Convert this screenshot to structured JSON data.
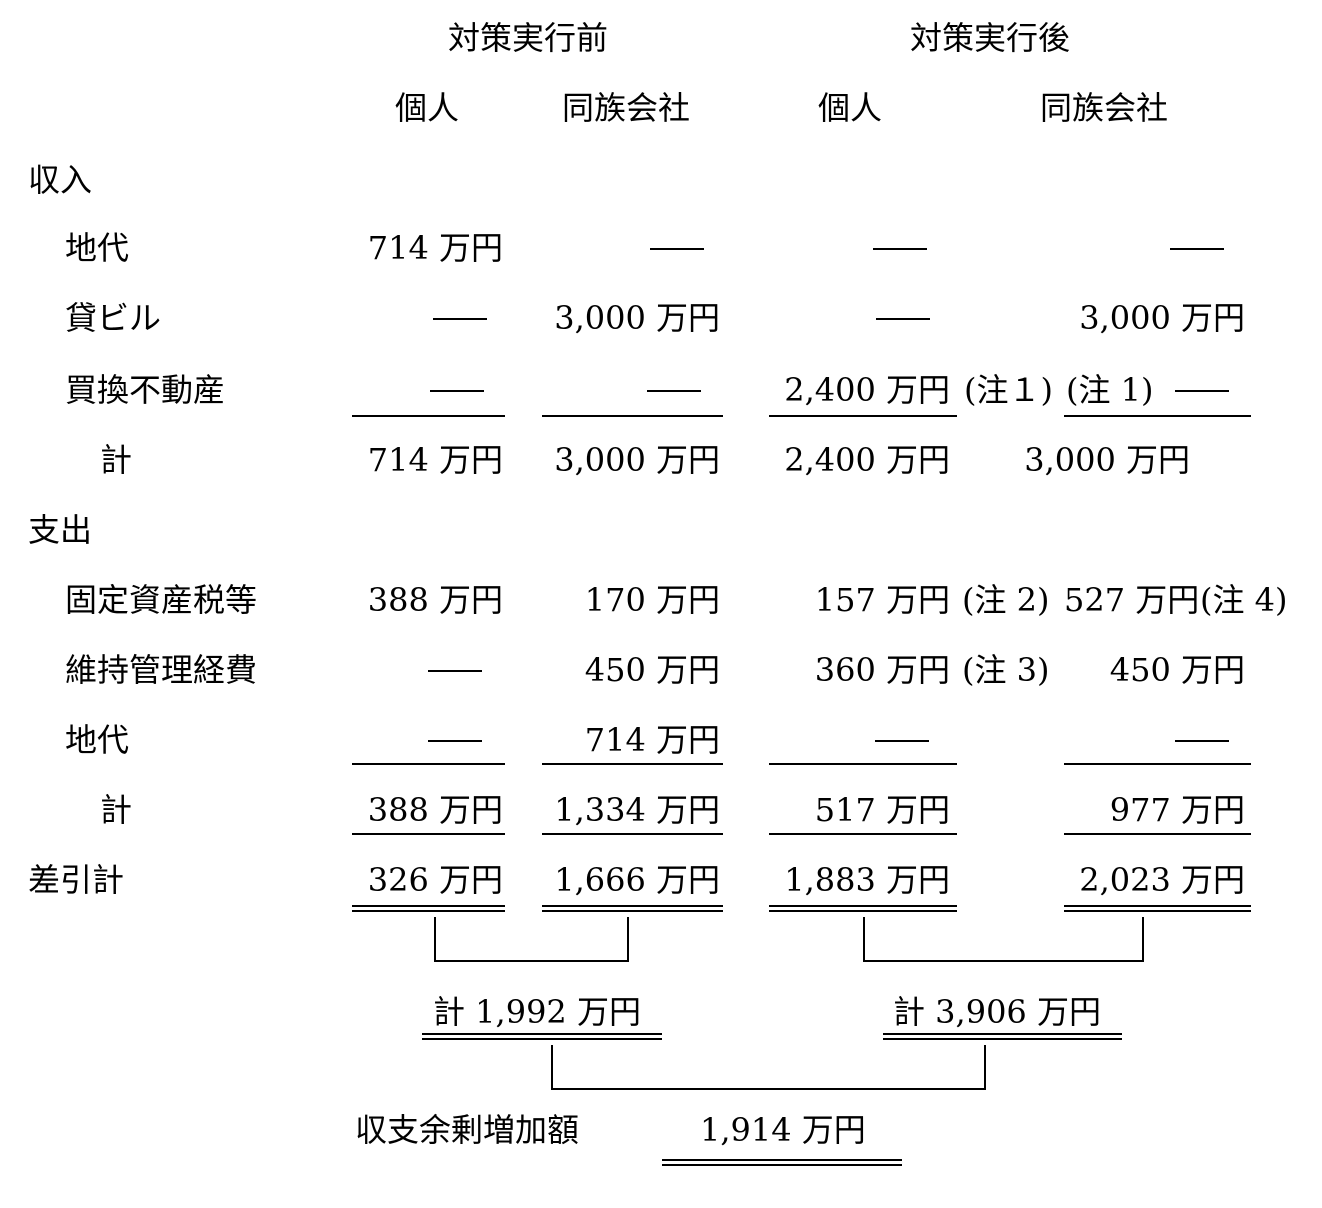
{
  "headers": {
    "before": "対策実行前",
    "after": "対策実行後",
    "before_individual": "個人",
    "before_company": "同族会社",
    "after_individual": "個人",
    "after_company": "同族会社"
  },
  "income": {
    "label": "収入",
    "land_rent": {
      "label": "地代",
      "before_individual": "714 万円",
      "before_company": "──",
      "after_individual": "──",
      "after_company": "──"
    },
    "rental_building": {
      "label": "貸ビル",
      "before_individual": "──",
      "before_company": "3,000 万円",
      "after_individual": "──",
      "after_company": "3,000 万円"
    },
    "replacement_property": {
      "label": "買換不動産",
      "before_individual": "──",
      "before_company": "──",
      "after_individual": "2,400 万円",
      "after_individual_note": "(注１)",
      "after_company_note": "(注 1)",
      "after_company": "──"
    },
    "total": {
      "label": "計",
      "before_individual": "714 万円",
      "before_company": "3,000 万円",
      "after_individual": "2,400 万円",
      "after_company": "3,000 万円"
    }
  },
  "expense": {
    "label": "支出",
    "property_tax": {
      "label": "固定資産税等",
      "before_individual": "388 万円",
      "before_company": "170 万円",
      "after_individual": "157 万円",
      "after_individual_note": "(注 2)",
      "after_company": "527 万円",
      "after_company_note": "(注 4)"
    },
    "maintenance": {
      "label": "維持管理経費",
      "before_individual": "──",
      "before_company": "450 万円",
      "after_individual": "360 万円",
      "after_individual_note": "(注 3)",
      "after_company": "450 万円"
    },
    "land_rent": {
      "label": "地代",
      "before_individual": "──",
      "before_company": "714 万円",
      "after_individual": "──",
      "after_company": "──"
    },
    "total": {
      "label": "計",
      "before_individual": "388 万円",
      "before_company": "1,334 万円",
      "after_individual": "517 万円",
      "after_company": "977 万円"
    }
  },
  "net": {
    "label": "差引計",
    "before_individual": "326 万円",
    "before_company": "1,666 万円",
    "after_individual": "1,883 万円",
    "after_company": "2,023 万円"
  },
  "sum_before": "計 1,992 万円",
  "sum_after": "計 3,906 万円",
  "surplus": {
    "label": "収支余剰増加額",
    "value": "1,914 万円"
  }
}
